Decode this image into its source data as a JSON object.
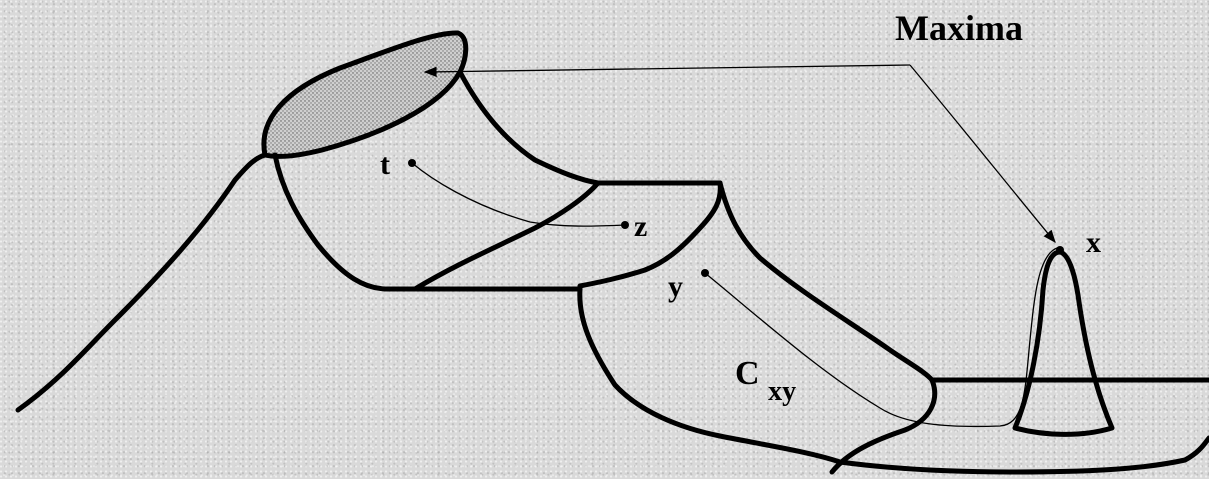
{
  "diagram": {
    "title": "Maxima",
    "points": {
      "t": "t",
      "z": "z",
      "y": "y",
      "x": "x"
    },
    "curve_label": {
      "main": "C",
      "sub": "xy"
    },
    "colors": {
      "stroke": "#000000",
      "shaded_top": "#c8c8c8",
      "background": "#d9d9d9"
    }
  }
}
